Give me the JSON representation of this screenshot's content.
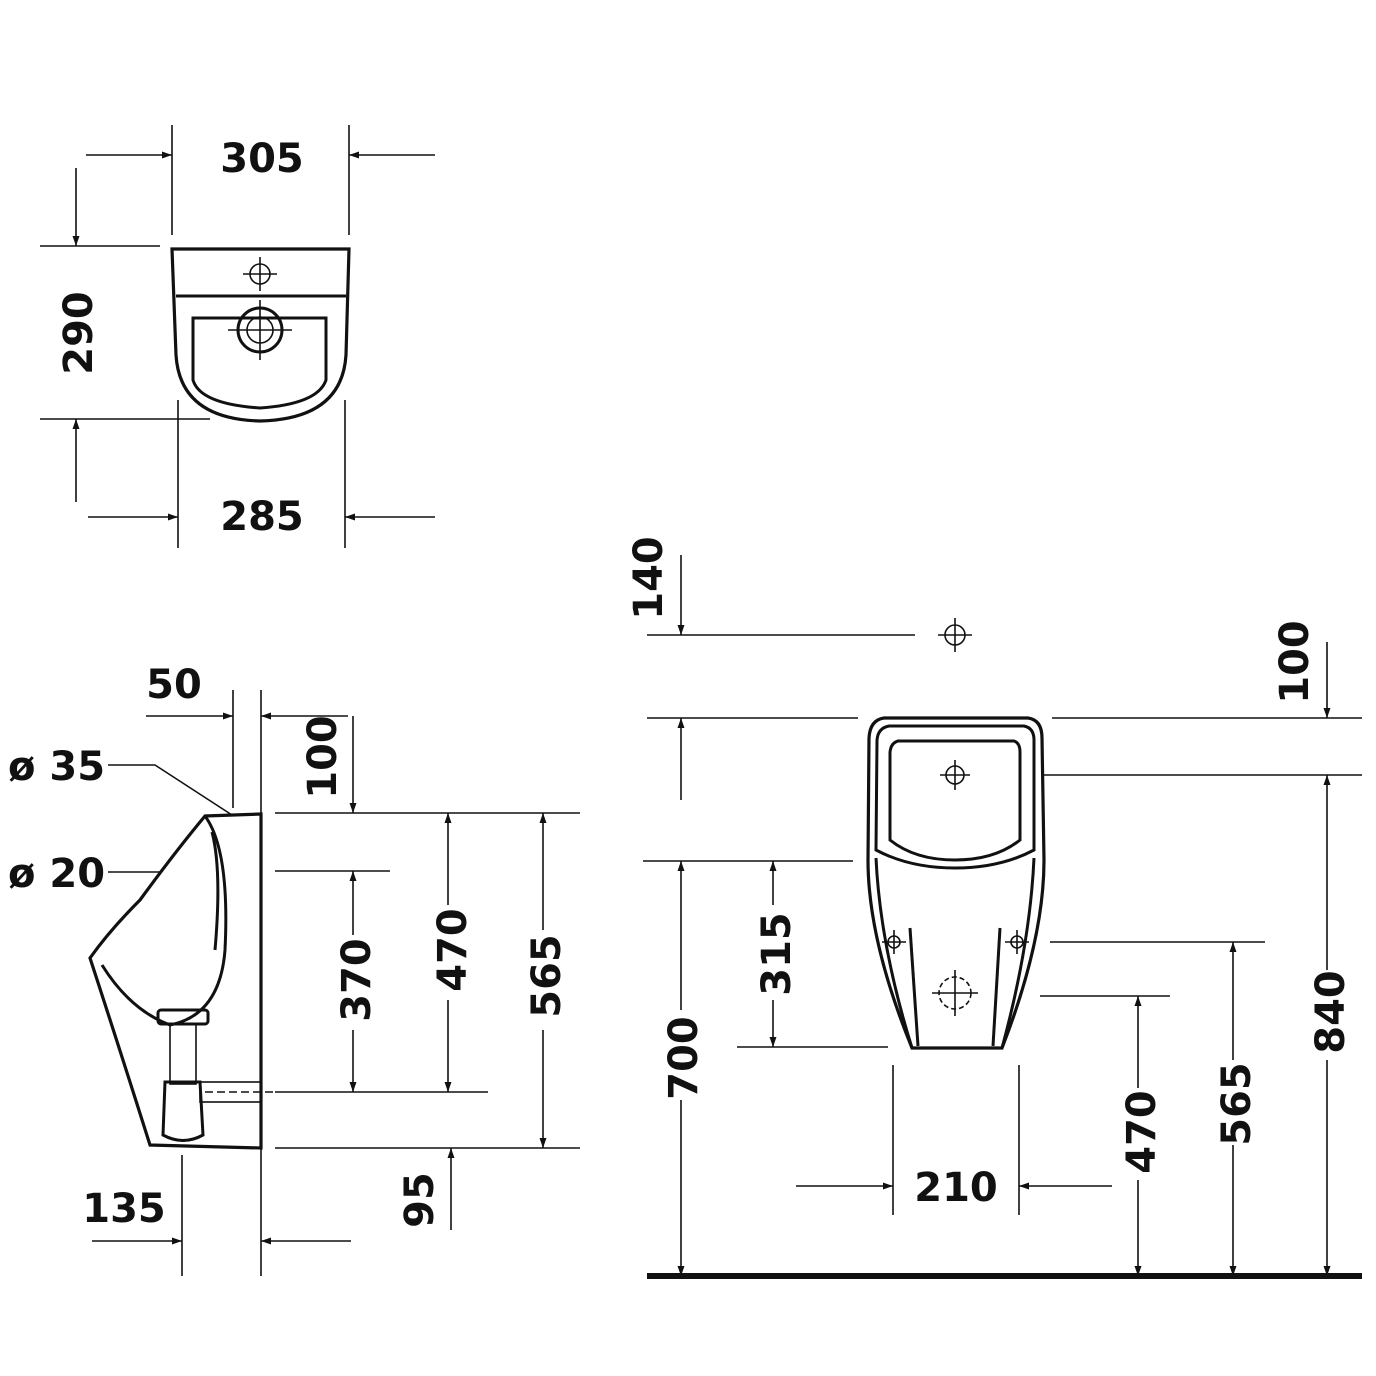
{
  "top_view": {
    "width_top": "305",
    "width_bottom": "285",
    "depth": "290"
  },
  "side_view": {
    "offset_top": "50",
    "inlet_diameter": "ø 35",
    "outlet_diameter": "ø 20",
    "top_gap": "100",
    "outlet_height": "370",
    "inlet_height": "470",
    "total_height": "565",
    "bottom_depth": "135",
    "bottom_gap": "95"
  },
  "front_view": {
    "inlet_above": "140",
    "top_offset": "100",
    "rim_height": "700",
    "hole_spacing_vertical": "315",
    "outlet_height": "470",
    "fixing_height": "565",
    "top_height": "840",
    "hole_spacing_horizontal": "210"
  }
}
